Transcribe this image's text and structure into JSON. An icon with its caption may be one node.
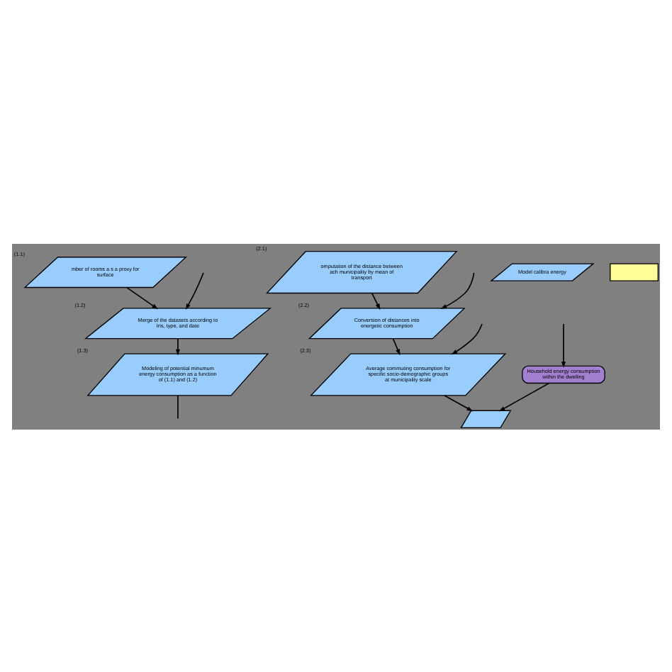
{
  "diagram": {
    "nodes": [
      {
        "text": [
          "mber of rooms a s a proxy for surface"
        ],
        "beside": [
          "(1.1)"
        ]
      },
      {
        "text": [
          "Merge of the datasets according to Iris, type, and date"
        ],
        "beside": [
          "(1.2)"
        ]
      },
      {
        "text": [
          "Modeling of potential minumum energy consumption as a function of (1.1) and (1.2)"
        ],
        "beside": [
          "(1.3)"
        ]
      },
      {
        "text": [
          "omputation of the distance between ach municipality by mean of transport"
        ],
        "beside": [
          "(2.1)"
        ]
      },
      {
        "text": [
          "Conversion of distances into energetic consumption"
        ],
        "beside": [
          "(2.2)"
        ]
      },
      {
        "text": [
          "Average commuting consumption for specific socio-demographic groups at municipality scale"
        ],
        "beside": [
          "(2.3)"
        ]
      },
      {
        "text": [
          "Model calibra energy"
        ]
      },
      {
        "text": [
          "Household energy consumption within the dwelling"
        ]
      },
      {
        "text": [],
        "shape": "parallelogram"
      },
      {
        "text": [],
        "shape": "box"
      }
    ],
    "edges": [
      {
        "from": 0,
        "to": 1,
        "arrow": "to"
      },
      {
        "from": null,
        "to": 1,
        "arrow": "to"
      },
      {
        "from": 1,
        "to": 2,
        "arrow": "to"
      },
      {
        "from": 2,
        "to": null,
        "arrow": "none"
      },
      {
        "from": null,
        "to": 7,
        "arrow": "to"
      },
      {
        "from": 7,
        "to": 8,
        "arrow": "to"
      },
      {
        "from": 5,
        "to": 8,
        "arrow": "to"
      },
      {
        "from": 3,
        "to": 4,
        "arrow": "to"
      },
      {
        "from": null,
        "to": 4,
        "arrow": "to"
      },
      {
        "from": 4,
        "to": 5,
        "arrow": "to"
      },
      {
        "from": null,
        "to": 5,
        "arrow": "to"
      }
    ]
  }
}
